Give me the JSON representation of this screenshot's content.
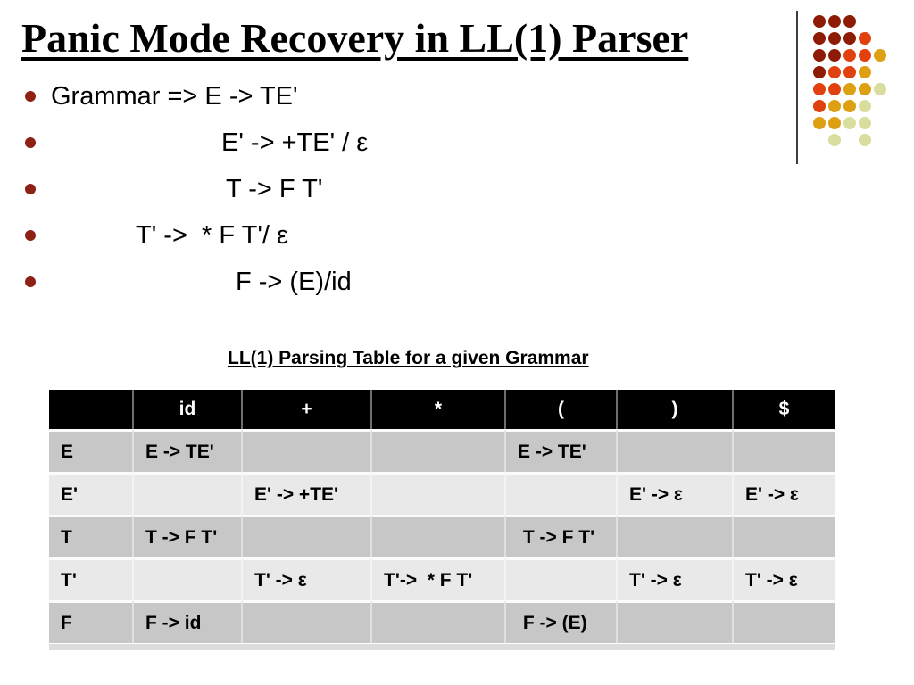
{
  "slide": {
    "title": "Panic Mode Recovery in LL(1) Parser",
    "bullets": [
      {
        "text": "Grammar => E -> TE'"
      },
      {
        "text": "E' -> +TE' / ε"
      },
      {
        "text": "T -> F T'"
      },
      {
        "text": "T' ->  * F T'/ ε"
      },
      {
        "text": "F -> (E)/id"
      }
    ],
    "table_caption": "LL(1) Parsing Table for a given Grammar",
    "table": {
      "columns": [
        "",
        "id",
        "+",
        "*",
        "(",
        ")",
        "$"
      ],
      "rows": [
        [
          "E",
          "E -> TE'",
          "",
          "",
          "E -> TE'",
          "",
          ""
        ],
        [
          "E'",
          "",
          "E' -> +TE'",
          "",
          "",
          "E' -> ε",
          "E' -> ε"
        ],
        [
          "T",
          "T -> F T'",
          "",
          "",
          " T -> F T'",
          "",
          ""
        ],
        [
          "T'",
          "",
          "T' -> ε",
          "T'->  * F T'",
          "",
          "T' -> ε",
          "T' -> ε"
        ],
        [
          "F",
          "F -> id",
          "",
          "",
          " F -> (E)",
          "",
          ""
        ]
      ]
    },
    "colors": {
      "bullet": "#8e2115",
      "header_bg": "#000000",
      "header_text": "#ffffff",
      "row_dark": "#c7c7c7",
      "row_light": "#e9e9e9"
    },
    "decor": {
      "dot_colors": {
        "darkred": "#8e1b05",
        "red": "#e1410e",
        "gold": "#dda012",
        "pale": "#d9de9e"
      },
      "grid": [
        [
          "darkred",
          "darkred",
          "darkred",
          null,
          null
        ],
        [
          "darkred",
          "darkred",
          "darkred",
          "red",
          null
        ],
        [
          "darkred",
          "darkred",
          "red",
          "red",
          "gold"
        ],
        [
          "darkred",
          "red",
          "red",
          "gold",
          null
        ],
        [
          "red",
          "red",
          "gold",
          "gold",
          "pale"
        ],
        [
          "red",
          "gold",
          "gold",
          "pale",
          null
        ],
        [
          "gold",
          "gold",
          "pale",
          "pale",
          null
        ],
        [
          null,
          "pale",
          null,
          "pale",
          null
        ]
      ]
    }
  }
}
